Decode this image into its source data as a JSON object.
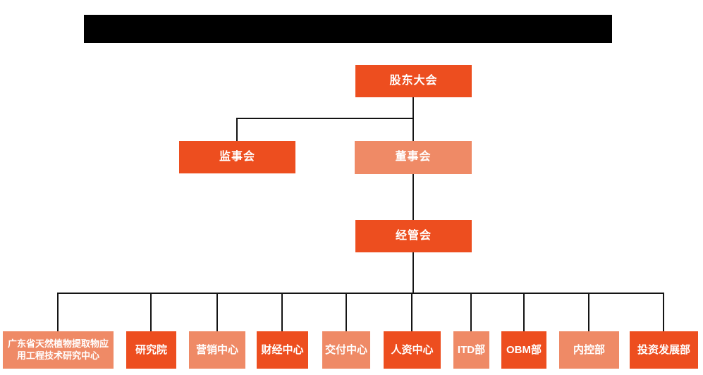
{
  "colors": {
    "primary_orange": "#ED4E1F",
    "secondary_orange": "#EF8A66",
    "connector": "#141414",
    "redacted_bar": "#000000",
    "node_text": "#FFFFFF"
  },
  "org_chart": {
    "root": {
      "label": "股东大会",
      "variant": "primary"
    },
    "level2": [
      {
        "label": "监事会",
        "variant": "primary"
      },
      {
        "label": "董事会",
        "variant": "secondary"
      }
    ],
    "level3": {
      "label": "经管会",
      "variant": "primary"
    },
    "departments": [
      {
        "label": "广东省天然植物提取物应用工程技术研究中心",
        "variant": "secondary"
      },
      {
        "label": "研究院",
        "variant": "primary"
      },
      {
        "label": "营销中心",
        "variant": "secondary"
      },
      {
        "label": "财经中心",
        "variant": "primary"
      },
      {
        "label": "交付中心",
        "variant": "secondary"
      },
      {
        "label": "人资中心",
        "variant": "primary"
      },
      {
        "label": "ITD部",
        "variant": "secondary"
      },
      {
        "label": "OBM部",
        "variant": "primary"
      },
      {
        "label": "内控部",
        "variant": "secondary"
      },
      {
        "label": "投资发展部",
        "variant": "primary"
      }
    ]
  }
}
